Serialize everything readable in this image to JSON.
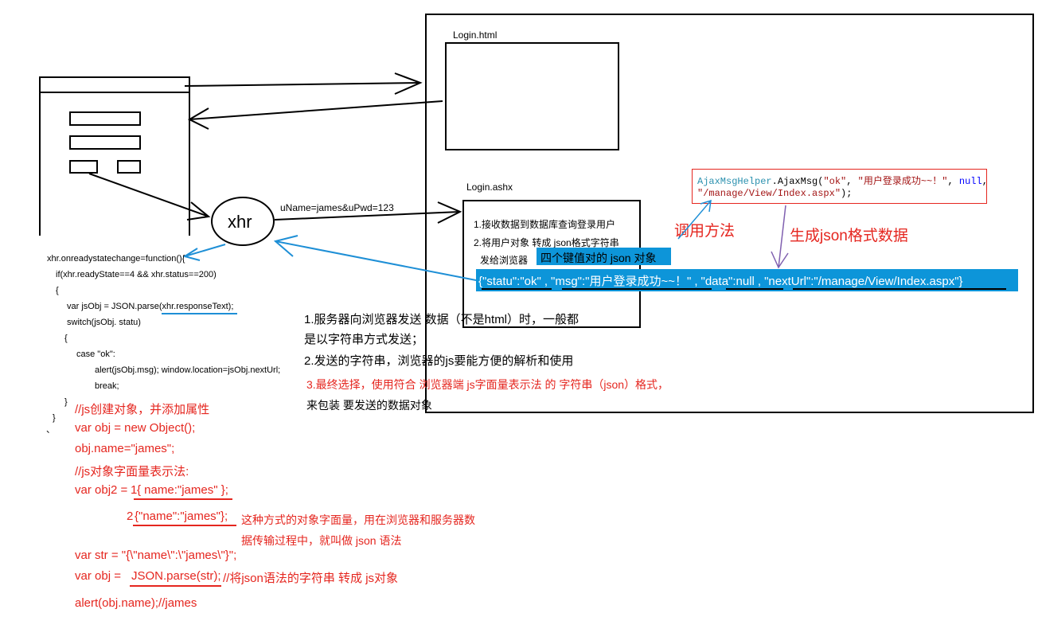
{
  "server": {
    "login_html_label": "Login.html",
    "login_ashx_label": "Login.ashx",
    "steps": [
      "1.接收数据到数据库查询登录用户",
      "2.将用户对象 转成 json格式字符串",
      "发给浏览器"
    ]
  },
  "xhr": {
    "label": "xhr",
    "request_params": "uName=james&uPwd=123"
  },
  "annotation": {
    "four_pairs": "四个键值对的 json 对象",
    "json_parts": [
      "{",
      "\"statu\":\"ok\"",
      ",",
      "\"msg\":\"用户登录成功~~！\"",
      ",",
      "\"data\":null",
      ",",
      "\"nextUrl\":\"/manage/View/Index.aspx\"",
      "}"
    ],
    "call_method": "调用方法",
    "generate_json": "生成json格式数据"
  },
  "code_box": {
    "class_name": "AjaxMsgHelper",
    "method_rest": ".AjaxMsg(",
    "arg1": "\"ok\"",
    "sep1": ", ",
    "arg2": "\"用户登录成功~~！\"",
    "sep2": ", ",
    "arg3": "null",
    "sep3": ",",
    "arg4": "\"/manage/View/Index.aspx\"",
    "close": ");"
  },
  "callback_code": [
    "xhr.onreadystatechange=function(){",
    "if(xhr.readyState==4 && xhr.status==200)",
    "{",
    "var jsObj = JSON.parse(xhr.responseText);",
    "switch(jsObj. statu)",
    "{",
    "case \"ok\":",
    "alert(jsObj.msg); window.location=jsObj.nextUrl;",
    "break;",
    "}",
    "}"
  ],
  "explanation": {
    "lines_black": [
      "1.服务器向浏览器发送 数据（不是html）时，一般都",
      "是以字符串方式发送；",
      "2.发送的字符串，浏览器的js要能方便的解析和使用"
    ],
    "lines_red": [
      "3.最终选择，使用符合 浏览器端 js字面量表示法 的 字符串（json）格式，",
      "来包装 要发送的数据对象"
    ]
  },
  "js_notes": {
    "comment1": "//js创建对象，并添加属性",
    "line1": "var obj = new Object();",
    "line2": "obj.name=\"james\";",
    "comment2": "//js对象字面量表示法:",
    "line3_prefix": "var obj2 = ",
    "marker1": "1",
    "literal1": "{ name:\"james\" };",
    "marker2": "2",
    "literal2": "{\"name\":\"james\"};",
    "note1": "这种方式的对象字面量，用在浏览器和服务器数",
    "note2": "据传输过程中，就叫做 json 语法",
    "line4": "var str = \"{\\\"name\\\":\\\"james\\\"}\";",
    "line5_prefix": "var obj = ",
    "line5_call": "JSON.parse(str);",
    "line5_comment": "//将json语法的字符串 转成 js对象",
    "line6": "alert(obj.name);//james"
  },
  "stray_mark": "、"
}
